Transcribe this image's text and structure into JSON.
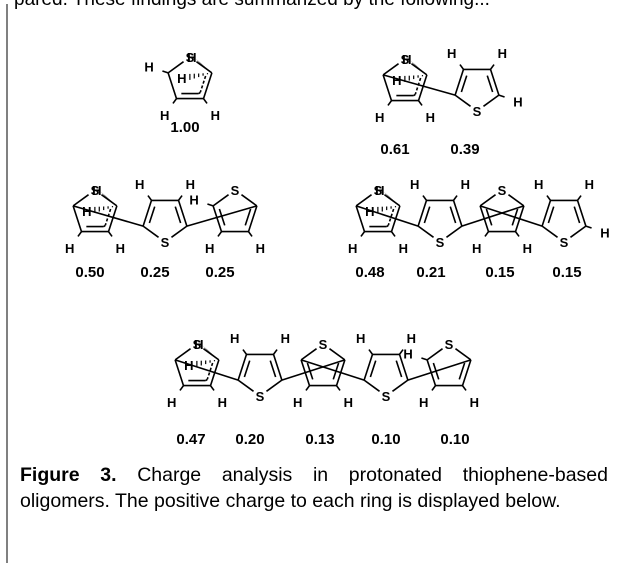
{
  "header_fragment": "pared. These findings are summarized by the following...",
  "figure": {
    "atoms": {
      "sulfur": "S",
      "hydrogen": "H"
    },
    "oligomers": [
      {
        "id": "monomer",
        "charges": [
          "1.00"
        ]
      },
      {
        "id": "dimer",
        "charges": [
          "0.61",
          "0.39"
        ]
      },
      {
        "id": "trimer",
        "charges": [
          "0.50",
          "0.25",
          "0.25"
        ]
      },
      {
        "id": "tetramer",
        "charges": [
          "0.48",
          "0.21",
          "0.15",
          "0.15"
        ]
      },
      {
        "id": "pentamer",
        "charges": [
          "0.47",
          "0.20",
          "0.13",
          "0.10",
          "0.10"
        ]
      }
    ]
  },
  "caption": {
    "label": "Figure 3.",
    "text": " Charge analysis in protonated thiophene-based oligomers. The positive charge to each ring is displayed below."
  }
}
